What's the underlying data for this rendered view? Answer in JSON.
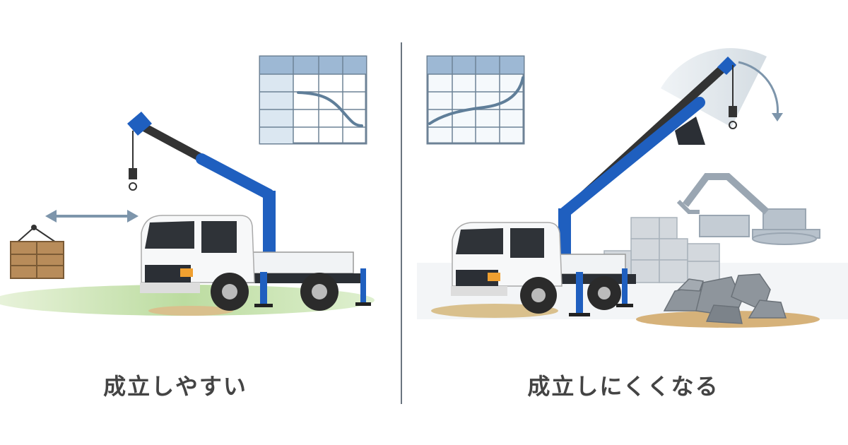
{
  "left_panel": {
    "caption": "成立しやすい",
    "chart_trend": "decreasing"
  },
  "right_panel": {
    "caption": "成立しにくくなる",
    "chart_trend": "increasing"
  },
  "colors": {
    "crane_blue": "#1f5fbf",
    "table_header": "#9db8d4",
    "grid_line": "#6d8296",
    "divider": "#6b7580",
    "caption_text": "#444444"
  }
}
